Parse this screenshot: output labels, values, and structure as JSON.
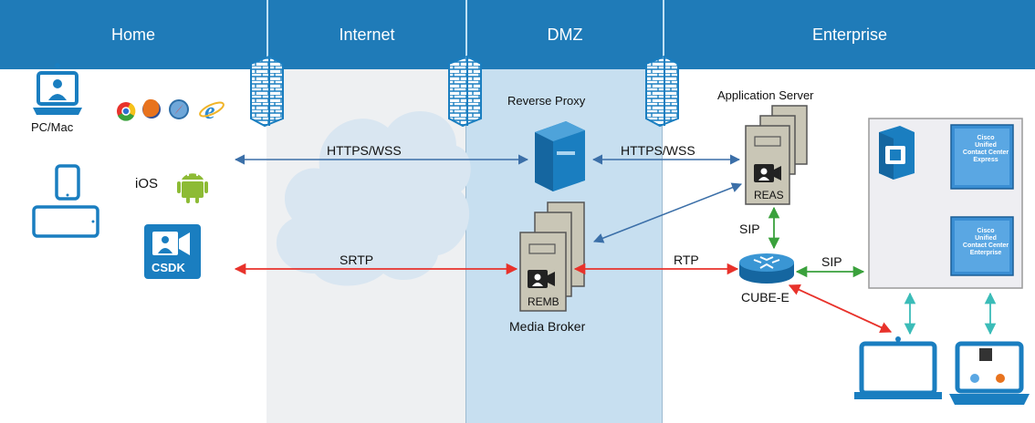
{
  "zones": {
    "home": "Home",
    "internet": "Internet",
    "dmz": "DMZ",
    "enterprise": "Enterprise"
  },
  "labels": {
    "pc_mac": "PC/Mac",
    "ios": "iOS",
    "csdk": "CSDK",
    "reverse_proxy": "Reverse Proxy",
    "application_server": "Application Server",
    "reas": "REAS",
    "remb": "REMB",
    "media_broker": "Media Broker",
    "cube_e": "CUBE-E",
    "https_wss_left": "HTTPS/WSS",
    "https_wss_right": "HTTPS/WSS",
    "srtp": "SRTP",
    "rtp": "RTP",
    "sip_vertical": "SIP",
    "sip_horizontal": "SIP",
    "cuc_express_1": "Cisco",
    "cuc_express_2": "Unified",
    "cuc_express_3": "Contact Center",
    "cuc_express_4": "Express",
    "cuc_enterprise_1": "Cisco",
    "cuc_enterprise_2": "Unified",
    "cuc_enterprise_3": "Contact Center",
    "cuc_enterprise_4": "Enterprise"
  },
  "colors": {
    "header": "#1f7bb8",
    "internet_bg": "#eef0f2",
    "dmz_bg": "#c7dff0",
    "icon_blue": "#1a7ec0",
    "arrow_blue": "#3b6fa8",
    "arrow_red": "#e8322b",
    "arrow_green": "#3aa13c",
    "arrow_teal": "#3bbcb8"
  },
  "icons": [
    "pc-mac-icon",
    "chrome-icon",
    "firefox-icon",
    "safari-icon",
    "ie-icon",
    "tablet-icon",
    "tablet-landscape-icon",
    "android-icon",
    "csdk-icon",
    "firewall-icon",
    "cloud-icon",
    "reverse-proxy-server-icon",
    "application-server-icon",
    "media-broker-icon",
    "router-icon",
    "phone-icon",
    "video-endpoint-icon",
    "laptop-icon"
  ]
}
